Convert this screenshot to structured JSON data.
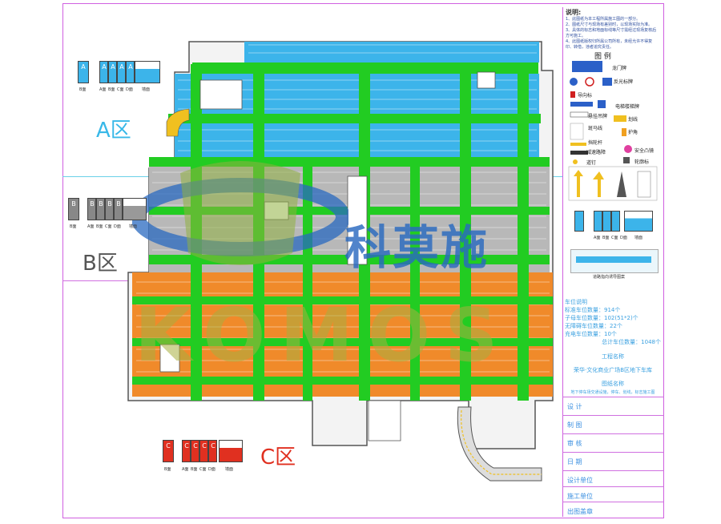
{
  "zones": {
    "a": "A区",
    "b": "B区",
    "c": "C区"
  },
  "zone_legends": {
    "a": {
      "letters": [
        "A",
        "A",
        "A",
        "A",
        "A"
      ],
      "labels": [
        "B面",
        "A面",
        "B面",
        "C面",
        "D面",
        "墙面"
      ]
    },
    "b": {
      "letters": [
        "B",
        "B",
        "B",
        "B",
        "B"
      ],
      "labels": [
        "B面",
        "A面",
        "B面",
        "C面",
        "D面",
        "墙面"
      ]
    },
    "c": {
      "letters": [
        "C",
        "C",
        "C",
        "C",
        "C"
      ],
      "labels": [
        "B面",
        "A面",
        "B面",
        "C面",
        "D面",
        "墙面"
      ]
    }
  },
  "notes": {
    "heading": "说明:",
    "items": [
      "1、此图纸为本工程所属施工图的一部分。",
      "2、图纸尺寸与现场有差别时，以现场实际为准。",
      "3、具体的标志和地面标线等尺寸需经过现场复核后方可施工。",
      "4、此图纸版权归所属公司所有，未经允许不得复印、转借，违者追究责任。"
    ]
  },
  "legend": {
    "title": "图  例",
    "items": [
      "龙门牌",
      "反光标牌",
      "导向标",
      "电梯楼梯牌",
      "悬挂吊牌",
      "划线",
      "斑马线",
      "护角",
      "挡轮杆",
      "安全凸镜",
      "减速路障",
      "道钉",
      "轮廓标"
    ],
    "mini_legend_labels": [
      "A面",
      "B面",
      "C面",
      "D面",
      "墙面"
    ],
    "zebra_caption": "道路指向诱导图案"
  },
  "stats": {
    "heading": "车位说明",
    "lines": [
      "标准车位数量：914个",
      "子母车位数量：102(51*2)个",
      "无障碍车位数量：22个",
      "充电车位数量：10个"
    ],
    "total": "总计车位数量：1048个"
  },
  "project": {
    "heading": "工程名称",
    "name": "荣华·文化商业广场B区地下车库",
    "drawing_heading": "图纸名称",
    "drawing_name": "地下停车场交通设施，停车、划线，标志施工图"
  },
  "title_block": [
    "设  计",
    "制  图",
    "审  核",
    "日  期",
    "设计单位",
    "施工单位",
    "出图盖章"
  ],
  "watermark": {
    "cn": "科莫施",
    "en": "KOMOS"
  },
  "colors": {
    "zone_a": "#3cb4ea",
    "zone_b": "#a0a0a0",
    "zone_c": "#f08a2a",
    "drive_lane": "#22cc22"
  }
}
